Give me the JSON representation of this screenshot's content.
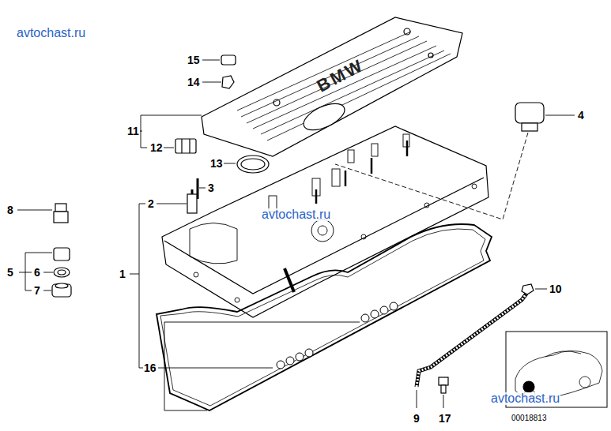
{
  "diagram": {
    "labels": [
      "avtochast.ru",
      "15",
      "BMW",
      "14",
      "4",
      "11",
      "12",
      "13",
      "3",
      "8",
      "2",
      "avtochast.ru",
      "5",
      "6",
      "7",
      "1",
      "10",
      "16",
      "avtochast.ru",
      "9",
      "17",
      "00018813"
    ]
  }
}
